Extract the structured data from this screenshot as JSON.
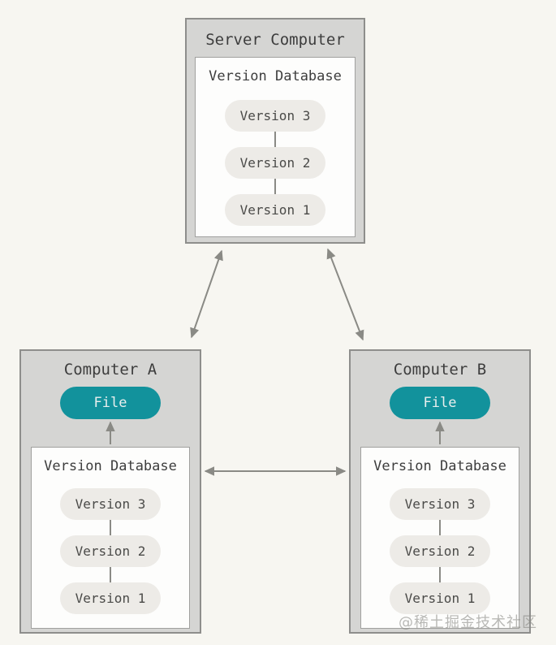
{
  "page": {
    "watermark": "@稀土掘金技术社区"
  },
  "colors": {
    "background": "#f7f6f1",
    "box_fill": "#d5d5d3",
    "box_border": "#8e8e8c",
    "inner_fill": "#fdfdfc",
    "inner_border": "#a0a09e",
    "pill_fill": "#edebe7",
    "pill_text": "#4a4a48",
    "file_fill": "#12929c",
    "file_text": "#e9efee",
    "arrow": "#8a8a85",
    "title_text": "#3d3d3d"
  },
  "server": {
    "title": "Server Computer",
    "database": {
      "title": "Version Database",
      "versions": [
        "Version 3",
        "Version 2",
        "Version 1"
      ]
    }
  },
  "computer_a": {
    "title": "Computer A",
    "file_label": "File",
    "database": {
      "title": "Version Database",
      "versions": [
        "Version 3",
        "Version 2",
        "Version 1"
      ]
    }
  },
  "computer_b": {
    "title": "Computer B",
    "file_label": "File",
    "database": {
      "title": "Version Database",
      "versions": [
        "Version 3",
        "Version 2",
        "Version 1"
      ]
    }
  }
}
